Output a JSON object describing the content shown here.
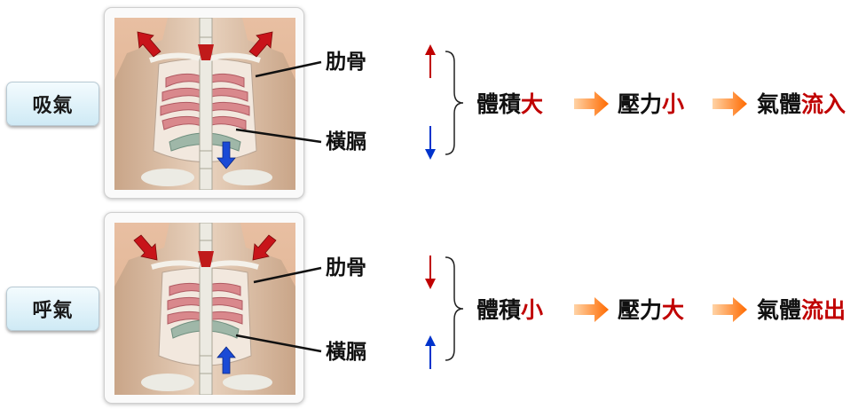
{
  "inhale": {
    "badge": "吸氣",
    "rib_label": "肋骨",
    "diaphragm_label": "橫膈",
    "volume": "體積",
    "volume_change": "大",
    "pressure": "壓力",
    "pressure_change": "小",
    "air": "氣體",
    "air_flow": "流入"
  },
  "exhale": {
    "badge": "呼氣",
    "rib_label": "肋骨",
    "diaphragm_label": "橫膈",
    "volume": "體積",
    "volume_change": "小",
    "pressure": "壓力",
    "pressure_change": "大",
    "air": "氣體",
    "air_flow": "流出"
  },
  "colors": {
    "highlight_red": "#c00000",
    "up_arrow_red": "#c00000",
    "down_arrow_blue": "#0033cc",
    "flow_arrow_orange": "#ff7a00",
    "badge_fill": "#dff2fa"
  },
  "icons": [
    "rib-arrow-red-icon",
    "diaphragm-arrow-blue-icon",
    "flow-arrow-icon"
  ]
}
